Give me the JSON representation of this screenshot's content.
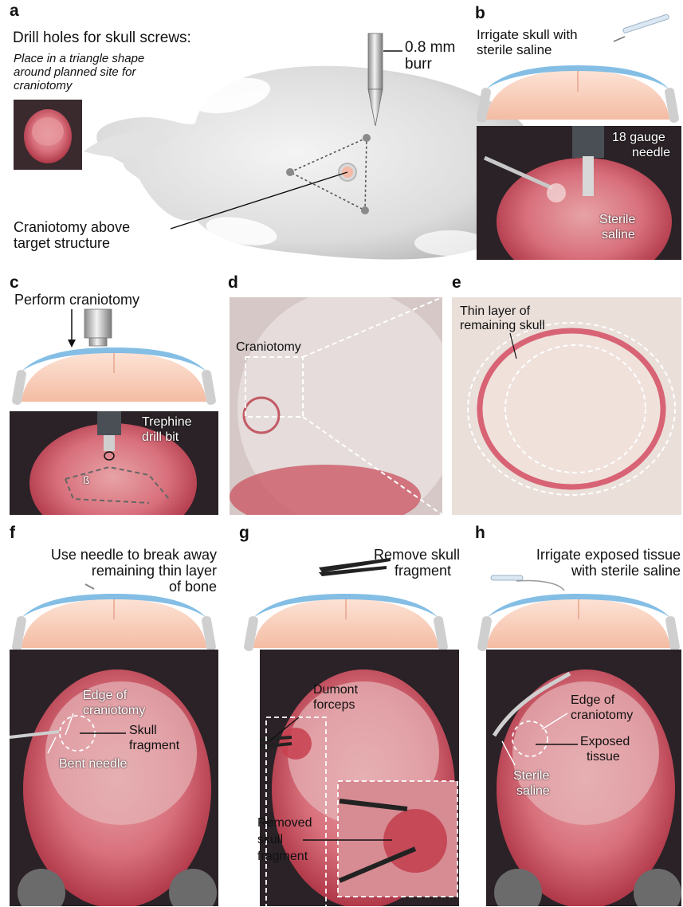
{
  "panels": {
    "a": {
      "letter": "a",
      "title": "Drill holes for skull screws:",
      "subtitle_lines": [
        "Place in a triangle shape",
        "around planned site for",
        "craniotomy"
      ],
      "burr_lines": [
        "0.8 mm",
        "burr"
      ],
      "crani_lines": [
        "Craniotomy above",
        "target structure"
      ]
    },
    "b": {
      "letter": "b",
      "title_lines": [
        "Irrigate skull with",
        "sterile saline"
      ],
      "needle_lines": [
        "18 gauge",
        "needle"
      ],
      "saline_lines": [
        "Sterile",
        "saline"
      ]
    },
    "c": {
      "letter": "c",
      "title": "Perform craniotomy",
      "bit_lines": [
        "Trephine",
        "drill bit"
      ],
      "beta": "ß"
    },
    "d": {
      "letter": "d",
      "label": "Craniotomy"
    },
    "e": {
      "letter": "e",
      "label_lines": [
        "Thin layer of",
        "remaining skull"
      ]
    },
    "f": {
      "letter": "f",
      "title_lines": [
        "Use needle to break away",
        "remaining thin layer",
        "of bone"
      ],
      "edge_lines": [
        "Edge of",
        "craniotomy"
      ],
      "fragment_lines": [
        "Skull",
        "fragment"
      ],
      "needle": "Bent needle"
    },
    "g": {
      "letter": "g",
      "title_lines": [
        "Remove skull",
        "fragment"
      ],
      "forceps_lines": [
        "Dumont",
        "forceps"
      ],
      "removed_lines": [
        "Removed",
        "skull",
        "fragment"
      ]
    },
    "h": {
      "letter": "h",
      "title_lines": [
        "Irrigate exposed tissue",
        "with sterile saline"
      ],
      "edge_lines": [
        "Edge of",
        "craniotomy"
      ],
      "exposed_lines": [
        "Exposed",
        "tissue"
      ],
      "saline_lines": [
        "Sterile",
        "saline"
      ]
    }
  },
  "colors": {
    "skull_blue": "#6fb3e0",
    "brain_pink": "#f6c9b4",
    "tissue_red": "#c9455a",
    "photo_dark": "#2a2226"
  }
}
